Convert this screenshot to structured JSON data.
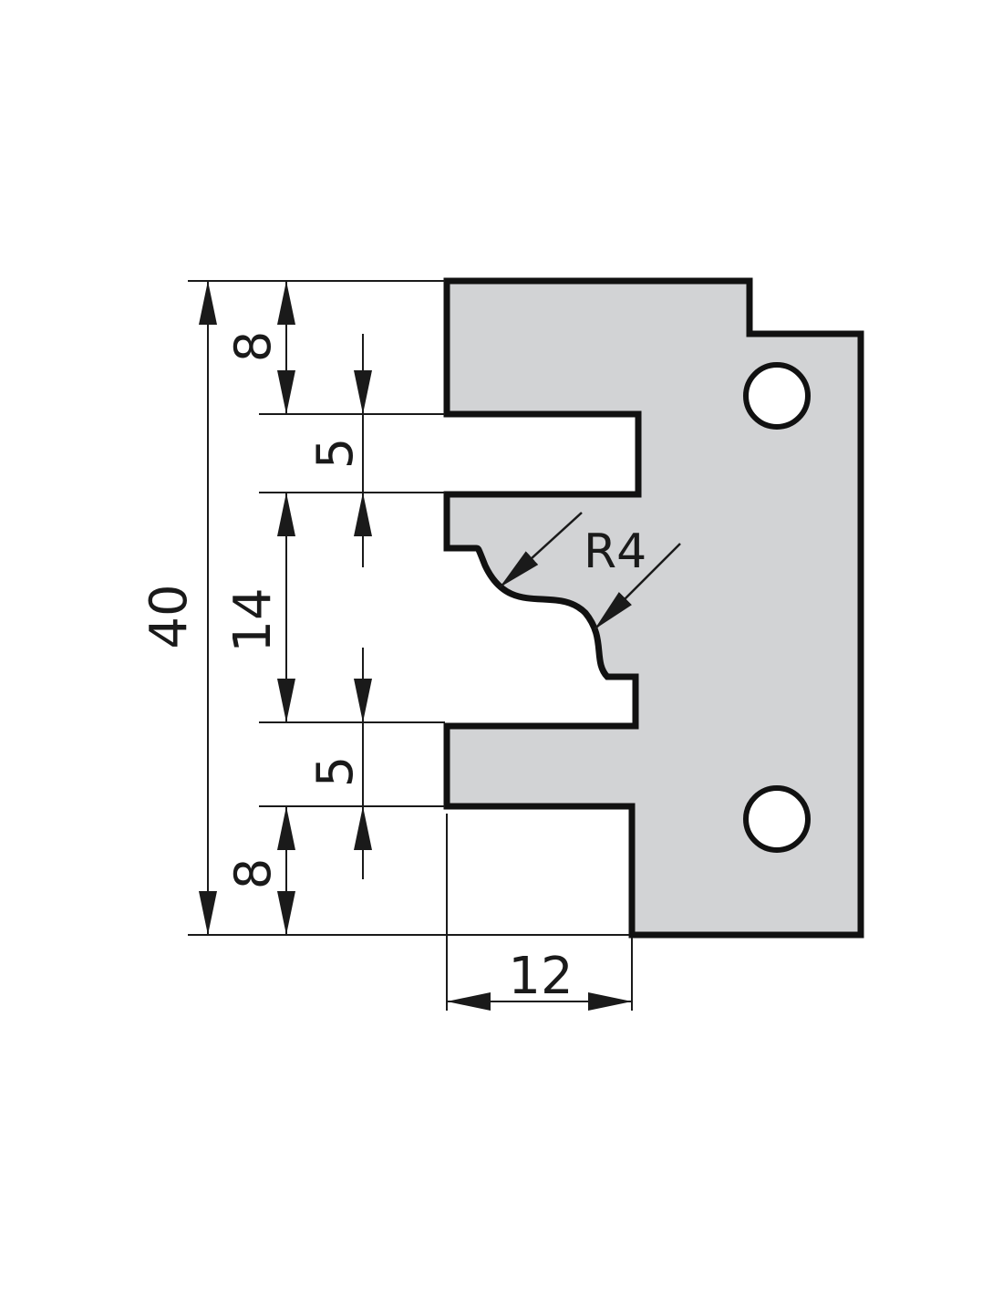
{
  "colors": {
    "background": "#ffffff",
    "profile_fill": "#d2d3d5",
    "outline": "#111111",
    "dimension_line": "#1a1a1a"
  },
  "dimensions": {
    "total_height": "40",
    "top_land": "8",
    "upper_groove": "5",
    "middle_profile": "14",
    "lower_groove": "5",
    "bottom_land": "8",
    "depth": "12",
    "radius": "R4"
  }
}
